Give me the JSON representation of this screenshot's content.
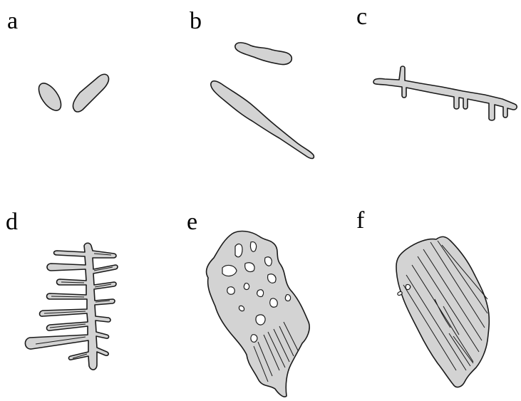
{
  "panels": [
    {
      "label": "a"
    },
    {
      "label": "b"
    },
    {
      "label": "c"
    },
    {
      "label": "d"
    },
    {
      "label": "e"
    },
    {
      "label": "f"
    }
  ],
  "colors": {
    "fill": "#d3d3d3",
    "outline": "#1a1a1a",
    "background": "#ffffff"
  }
}
